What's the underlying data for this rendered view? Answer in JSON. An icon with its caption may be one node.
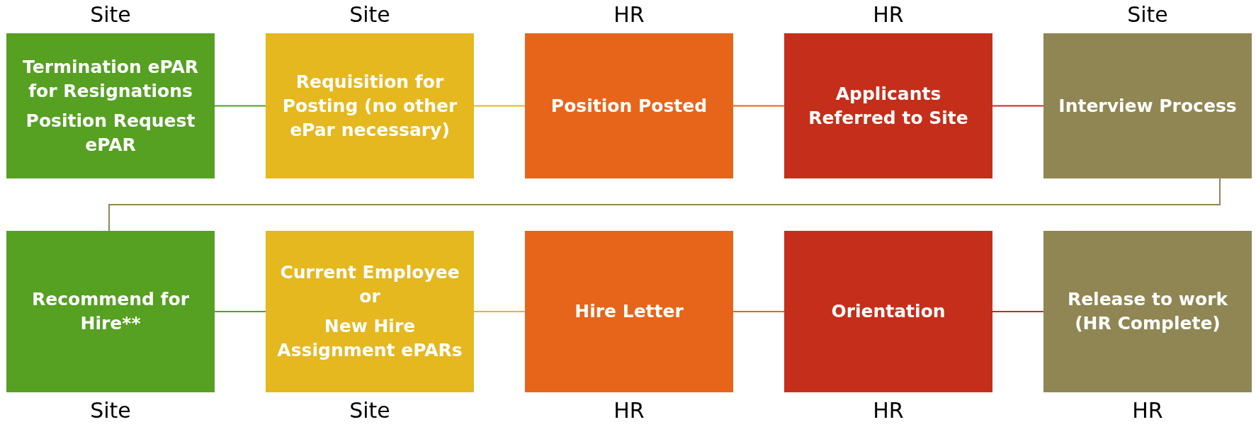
{
  "diagram": {
    "nodes": [
      {
        "text": [
          "Termination ePAR for Resignations",
          "Position Request ePAR"
        ],
        "beside": [
          "Site"
        ]
      },
      {
        "text": [
          "Requisition for Posting (no other ePar necessary)"
        ],
        "beside": [
          "Site"
        ]
      },
      {
        "text": [
          "Position Posted"
        ],
        "beside": [
          "HR"
        ]
      },
      {
        "text": [
          "Applicants Referred to Site"
        ],
        "beside": [
          "HR"
        ]
      },
      {
        "text": [
          "Interview Process"
        ],
        "beside": [
          "Site"
        ]
      },
      {
        "text": [
          "Recommend for Hire**"
        ],
        "beside": [
          "Site"
        ]
      },
      {
        "text": [
          "Current Employee or",
          "New Hire Assignment ePARs"
        ],
        "beside": [
          "Site"
        ]
      },
      {
        "text": [
          "Hire Letter"
        ],
        "beside": [
          "HR"
        ]
      },
      {
        "text": [
          "Orientation"
        ],
        "beside": [
          "HR"
        ]
      },
      {
        "text": [
          "Release to work (HR Complete)"
        ],
        "beside": [
          "HR"
        ]
      }
    ],
    "edges": [
      {
        "from": 0,
        "to": 1,
        "arrow": "none",
        "color": "#56a022"
      },
      {
        "from": 1,
        "to": 2,
        "arrow": "none",
        "color": "#e4b81e"
      },
      {
        "from": 2,
        "to": 3,
        "arrow": "none",
        "color": "#e7651a"
      },
      {
        "from": 3,
        "to": 4,
        "arrow": "none",
        "color": "#c52e1a"
      },
      {
        "from": 4,
        "to": 5,
        "arrow": "none",
        "color": "#8f8653"
      },
      {
        "from": 5,
        "to": 6,
        "arrow": "none",
        "color": "#56a022"
      },
      {
        "from": 6,
        "to": 7,
        "arrow": "none",
        "color": "#e4b81e"
      },
      {
        "from": 7,
        "to": 8,
        "arrow": "none",
        "color": "#e7651a"
      },
      {
        "from": 8,
        "to": 9,
        "arrow": "none",
        "color": "#c52e1a"
      }
    ]
  }
}
